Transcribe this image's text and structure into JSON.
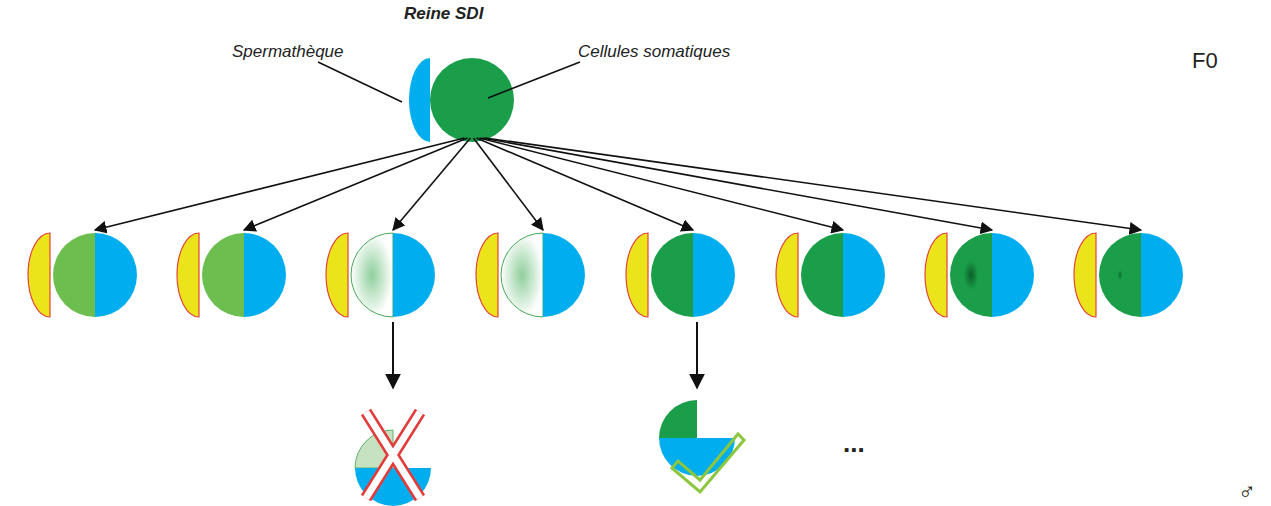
{
  "diagram": {
    "labels": [
      "Reine SDI",
      "Spermathèque",
      "Cellules somatiques",
      "F0",
      "...",
      "♂"
    ]
  }
}
